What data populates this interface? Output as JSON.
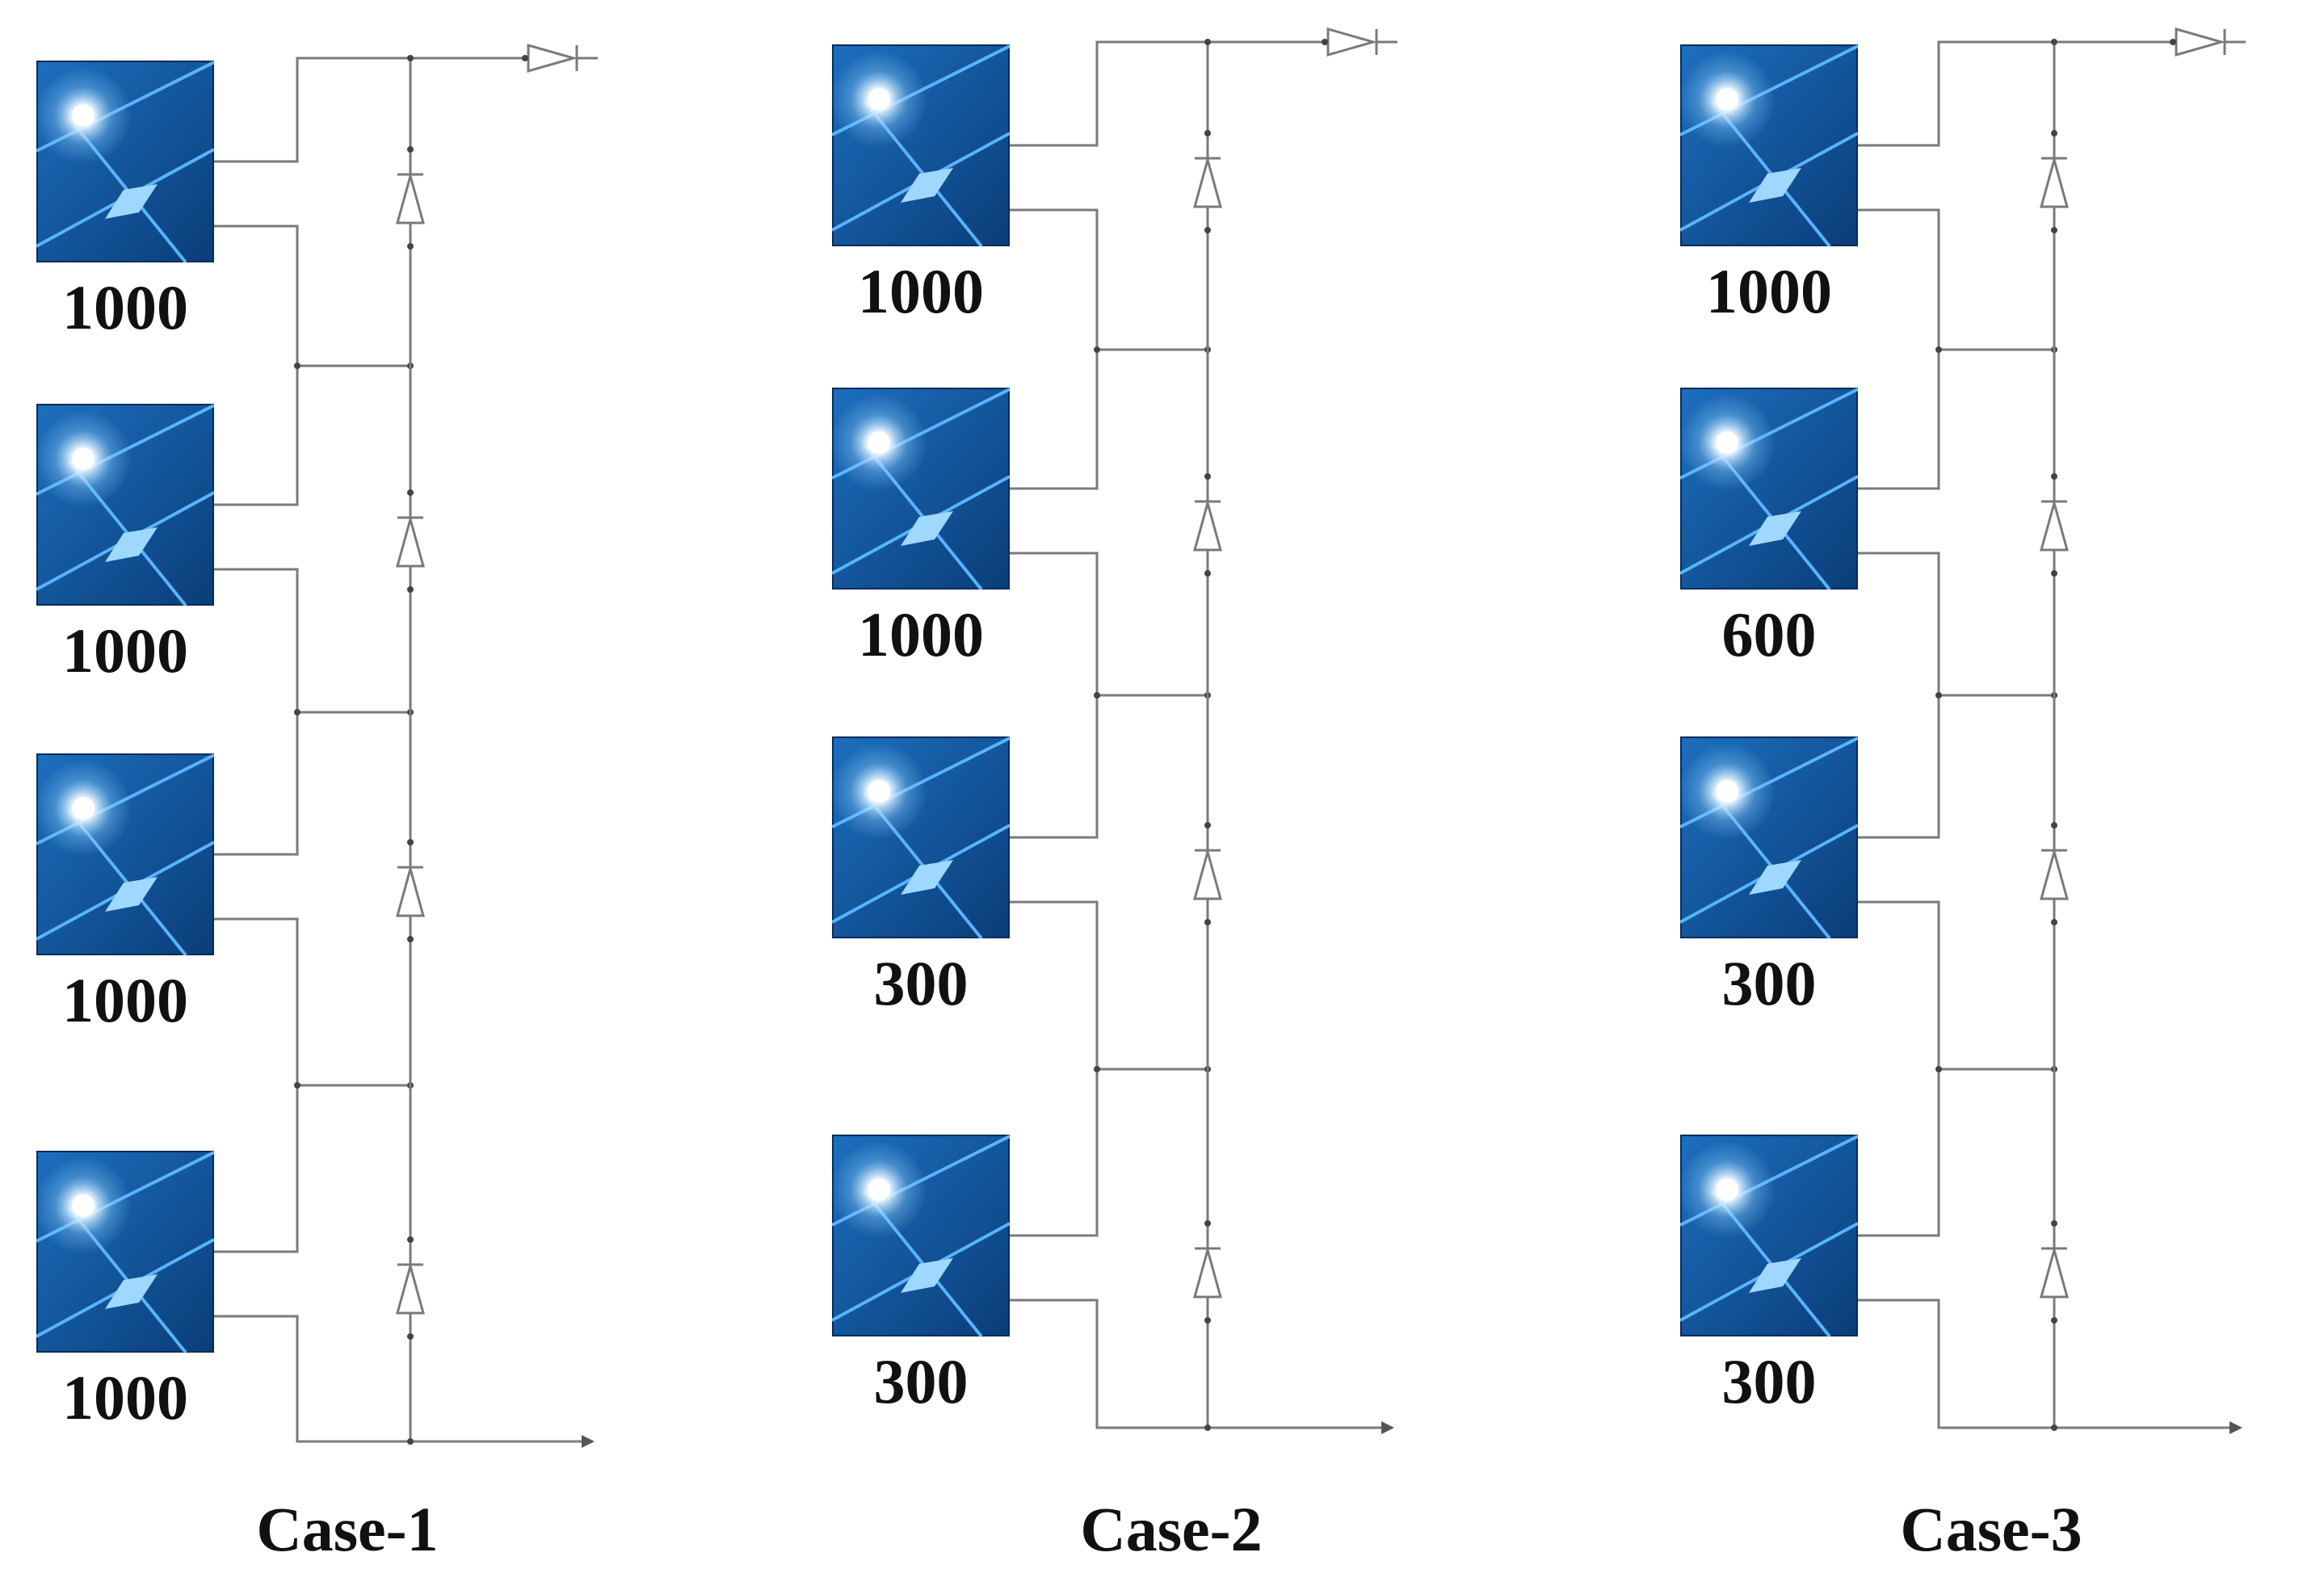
{
  "cases": [
    {
      "label": "Case-1",
      "irradiances": [
        "1000",
        "1000",
        "1000",
        "1000"
      ]
    },
    {
      "label": "Case-2",
      "irradiances": [
        "1000",
        "1000",
        "300",
        "300"
      ]
    },
    {
      "label": "Case-3",
      "irradiances": [
        "1000",
        "600",
        "300",
        "300"
      ]
    }
  ],
  "colors": {
    "panel_dark": "#0a3d78",
    "panel_mid": "#1d6fbf",
    "panel_light": "#59b3ff",
    "wire": "#7a7a7a",
    "label": "#111111"
  },
  "icons": {
    "pv_module": "pv-module-icon",
    "bypass_diode": "bypass-diode-icon",
    "blocking_diode": "blocking-diode-icon",
    "terminal": "terminal-arrow-icon"
  }
}
